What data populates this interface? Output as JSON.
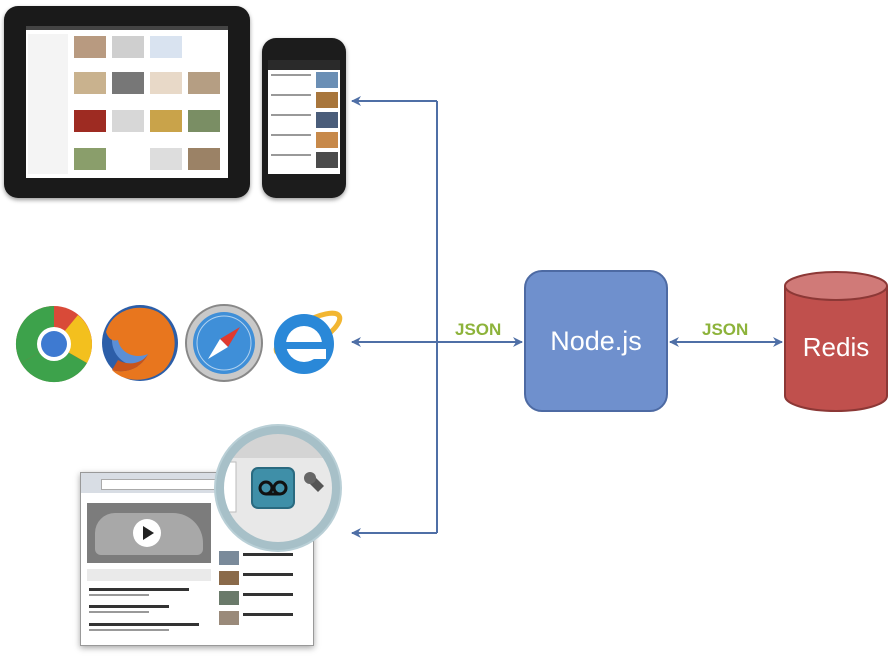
{
  "diagram": {
    "edges": [
      {
        "label": "JSON"
      },
      {
        "label": "JSON"
      }
    ],
    "nodes": {
      "server": {
        "label": "Node.js"
      },
      "database": {
        "label": "Redis"
      }
    },
    "colors": {
      "connector": "#4f6fa6",
      "edge_label": "#8db33b",
      "server_fill": "#6f90cd",
      "database_fill": "#c0504d"
    },
    "clients": {
      "tablet_icon": "tablet-app-icon",
      "phone_icon": "android-phone-icon",
      "browsers": [
        "chrome-icon",
        "firefox-icon",
        "safari-icon",
        "internet-explorer-icon"
      ],
      "extension_icon": "browser-extension-icon"
    }
  }
}
